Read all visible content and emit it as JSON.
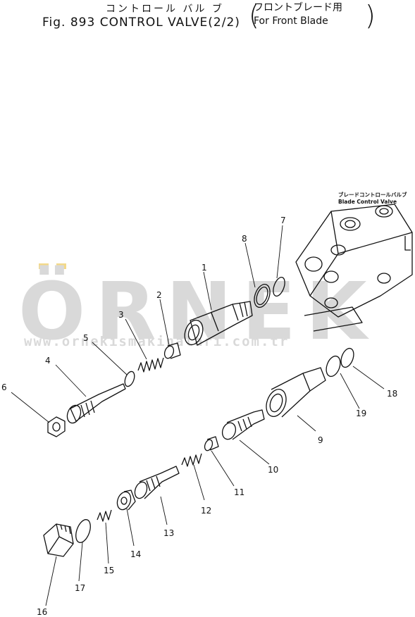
{
  "title": {
    "japanese": "コントロール バル ブ",
    "english": "Fig. 893 CONTROL VALVE(2/2)",
    "subtitle_japanese": "フロントブレード用",
    "subtitle_english": "For Front Blade"
  },
  "assembly_label": {
    "japanese": "ブレードコントロールバルブ",
    "english": "Blade Control Valve"
  },
  "watermark": {
    "brand": "ÖRNEK",
    "url": "www.ornekismakinalari.com.tr"
  },
  "part_numbers": [
    "1",
    "2",
    "3",
    "4",
    "5",
    "6",
    "7",
    "8",
    "9",
    "10",
    "11",
    "12",
    "13",
    "14",
    "15",
    "16",
    "17",
    "18",
    "19"
  ]
}
